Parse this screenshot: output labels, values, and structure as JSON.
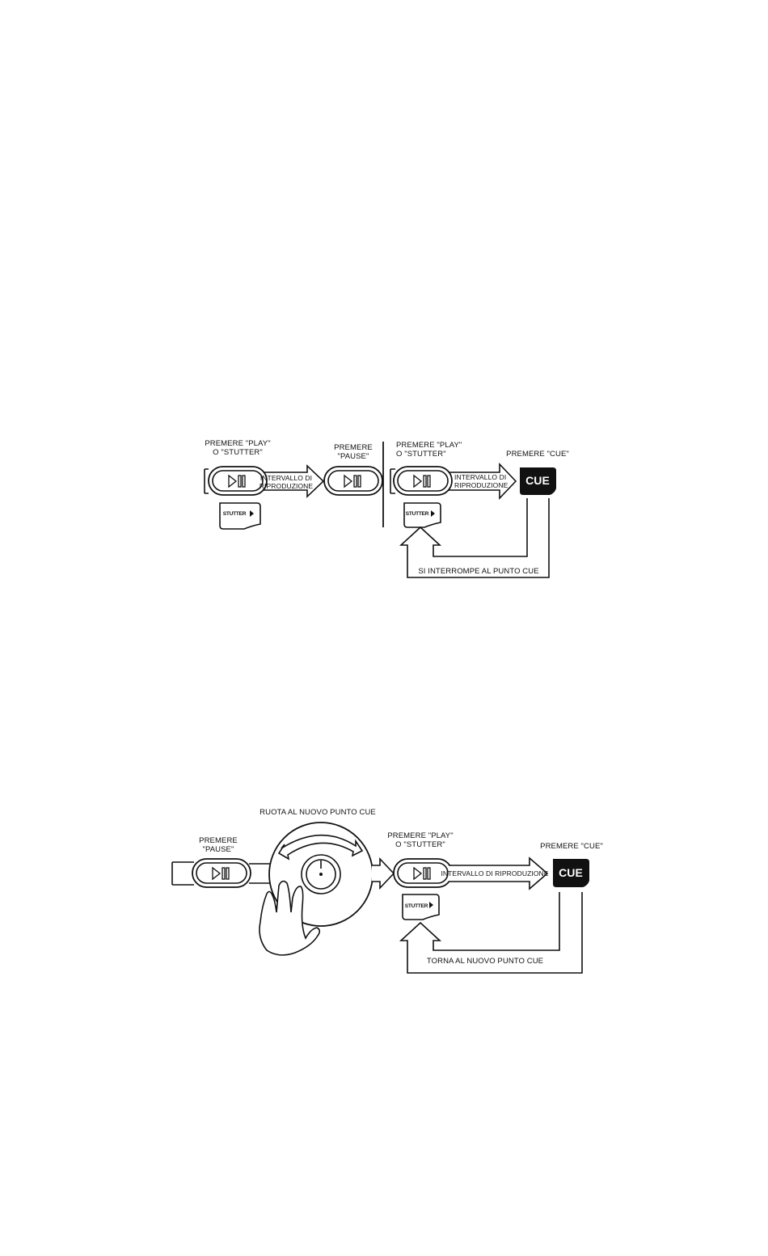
{
  "diagram1": {
    "press_play_stutter": [
      "PREMERE \"PLAY\"",
      "O \"STUTTER\""
    ],
    "press_pause": [
      "PREMERE",
      "\"PAUSE\""
    ],
    "playback_interval": [
      "INTERVALLO DI",
      "RIPRODUZIONE"
    ],
    "press_play_stutter_2": [
      "PREMERE \"PLAY\"",
      "O \"STUTTER\""
    ],
    "playback_interval_2": [
      "INTERVALLO DI",
      "RIPRODUZIONE"
    ],
    "press_cue": "PREMERE \"CUE\"",
    "stops_at_cue": "SI INTERROMPE AL PUNTO CUE",
    "stutter_button": "STUTTER",
    "cue_button": "CUE"
  },
  "diagram2": {
    "rotate_to_new_cue": "RUOTA AL NUOVO PUNTO CUE",
    "press_pause": [
      "PREMERE",
      "\"PAUSE\""
    ],
    "press_play_stutter": [
      "PREMERE \"PLAY\"",
      "O \"STUTTER\""
    ],
    "playback_interval": "INTERVALLO DI RIPRODUZIONE",
    "press_cue": "PREMERE \"CUE\"",
    "returns_to_new_cue": "TORNA AL NUOVO PUNTO CUE",
    "stutter_button": "STUTTER",
    "cue_button": "CUE"
  }
}
